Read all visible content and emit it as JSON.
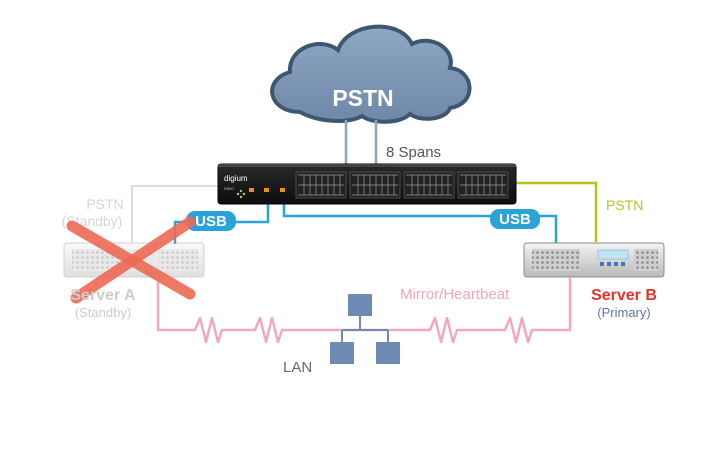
{
  "cloud": {
    "label": "PSTN"
  },
  "spans_label": "8 Spans",
  "device": {
    "brand": "digium",
    "model": "R850"
  },
  "usb_left": "USB",
  "usb_right": "USB",
  "pstn_standby": {
    "line1": "PSTN",
    "line2": "(Standby)"
  },
  "pstn_primary": "PSTN",
  "server_a": {
    "name": "Server A",
    "role": "(Standby)"
  },
  "server_b": {
    "name": "Server B",
    "role": "(Primary)"
  },
  "mirror_label": "Mirror/Heartbeat",
  "lan_label": "LAN",
  "colors": {
    "cloud_fill": "#7d96b4",
    "cloud_stroke": "#3f5670",
    "span_line": "#8fa3bb",
    "usb": "#2aa3d8",
    "pstn_primary": "#b7c21f",
    "pstn_standby": "#d8d8d8",
    "heartbeat": "#f0a8bb",
    "server_b_name": "#e53329",
    "server_b_role": "#5a78a6",
    "lan_box": "#6e8bb3",
    "cross": "#ee6a55",
    "faded_text": "#cccccc"
  }
}
